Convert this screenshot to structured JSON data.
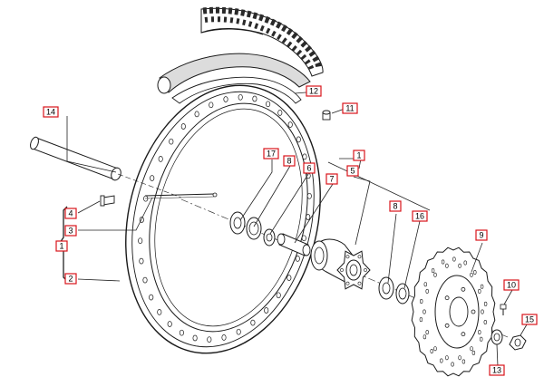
{
  "diagram": {
    "labels": [
      "1",
      "2",
      "3",
      "4",
      "1",
      "5",
      "6",
      "7",
      "8",
      "8",
      "9",
      "10",
      "11",
      "12",
      "13",
      "14",
      "15",
      "16",
      "17"
    ],
    "colors": {
      "label_border": "#d9141b",
      "line": "#1a1a1a",
      "tyre_tread": "#2a2a2a",
      "tube": "#dcdcdc",
      "disc": "#ffffff"
    }
  }
}
